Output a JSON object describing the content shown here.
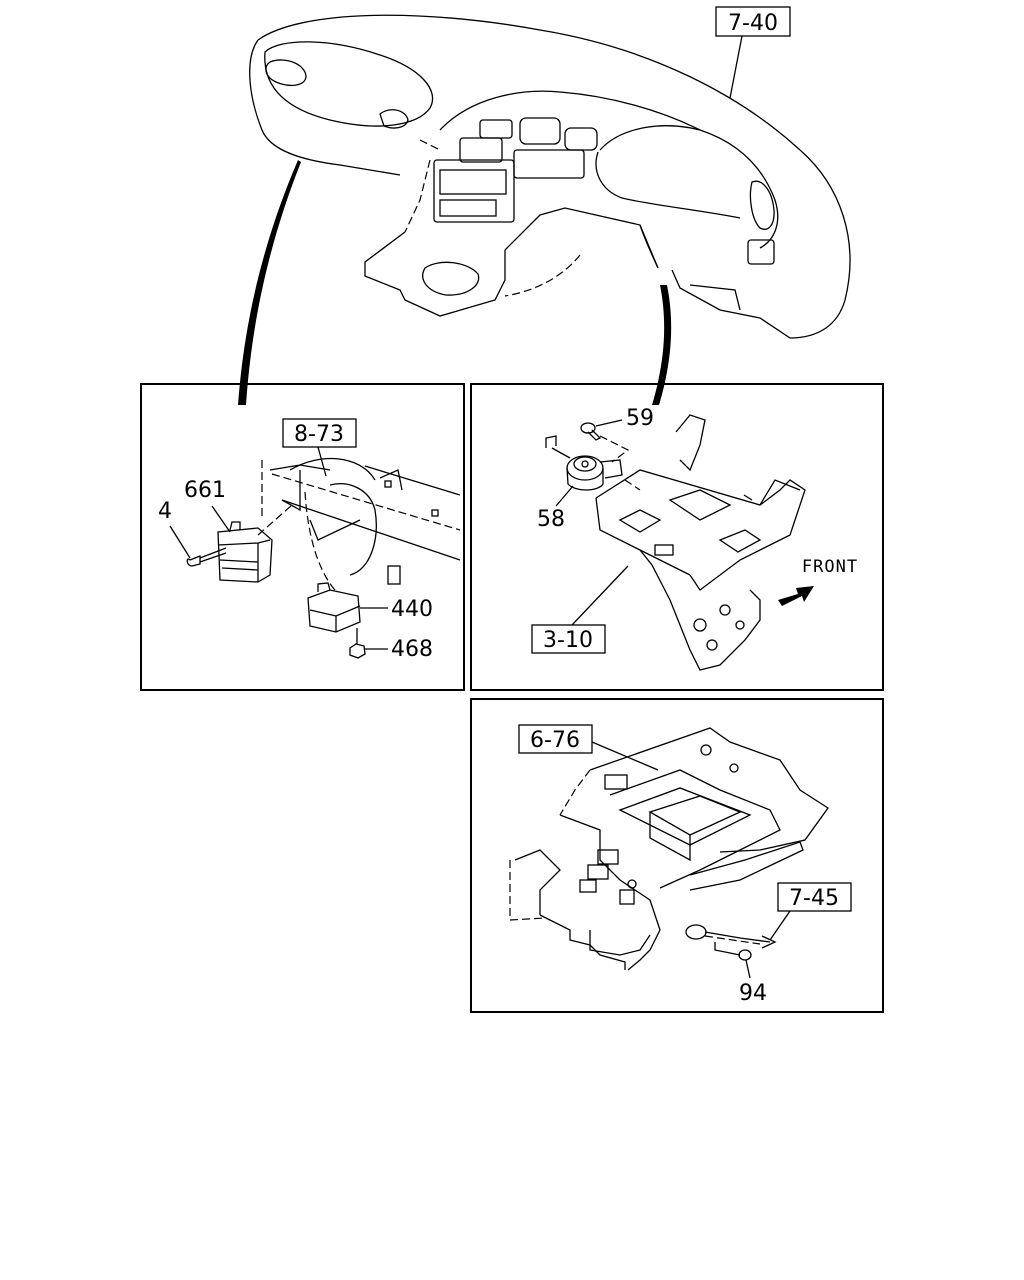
{
  "diagram": {
    "ref_labels": {
      "dash_panel": "7-40",
      "left_panel": "8-73",
      "mid_panel": "3-10",
      "console": "6-76",
      "cable": "7-45"
    },
    "part_labels": {
      "screw_left": "4",
      "relay": "661",
      "module": "440",
      "nut": "468",
      "bolt": "59",
      "horn": "58",
      "bolt_bottom": "94"
    },
    "direction_label": "FRONT"
  }
}
